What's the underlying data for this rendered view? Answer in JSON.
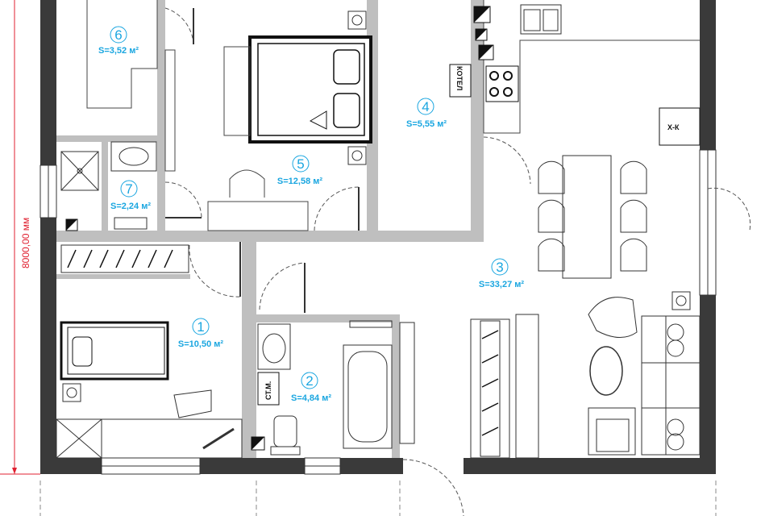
{
  "dimension": {
    "label": "8000,00 мм"
  },
  "rooms": [
    {
      "number": "1",
      "area": "S=10,50 м²"
    },
    {
      "number": "2",
      "area": "S=4,84 м²"
    },
    {
      "number": "3",
      "area": "S=33,27 м²"
    },
    {
      "number": "4",
      "area": "S=5,55 м²"
    },
    {
      "number": "5",
      "area": "S=12,58 м²"
    },
    {
      "number": "6",
      "area": "S=3,52 м²"
    },
    {
      "number": "7",
      "area": "S=2,24 м²"
    }
  ],
  "tags": {
    "boiler": "КОТЕЛ",
    "washer": "СТ.М.",
    "kitchen": "Х-К"
  },
  "colors": {
    "wall": "#3a3a3a",
    "partition": "#bfbfbf",
    "label": "#1aa6e0",
    "dimension": "#e02030",
    "door": "#555555"
  }
}
